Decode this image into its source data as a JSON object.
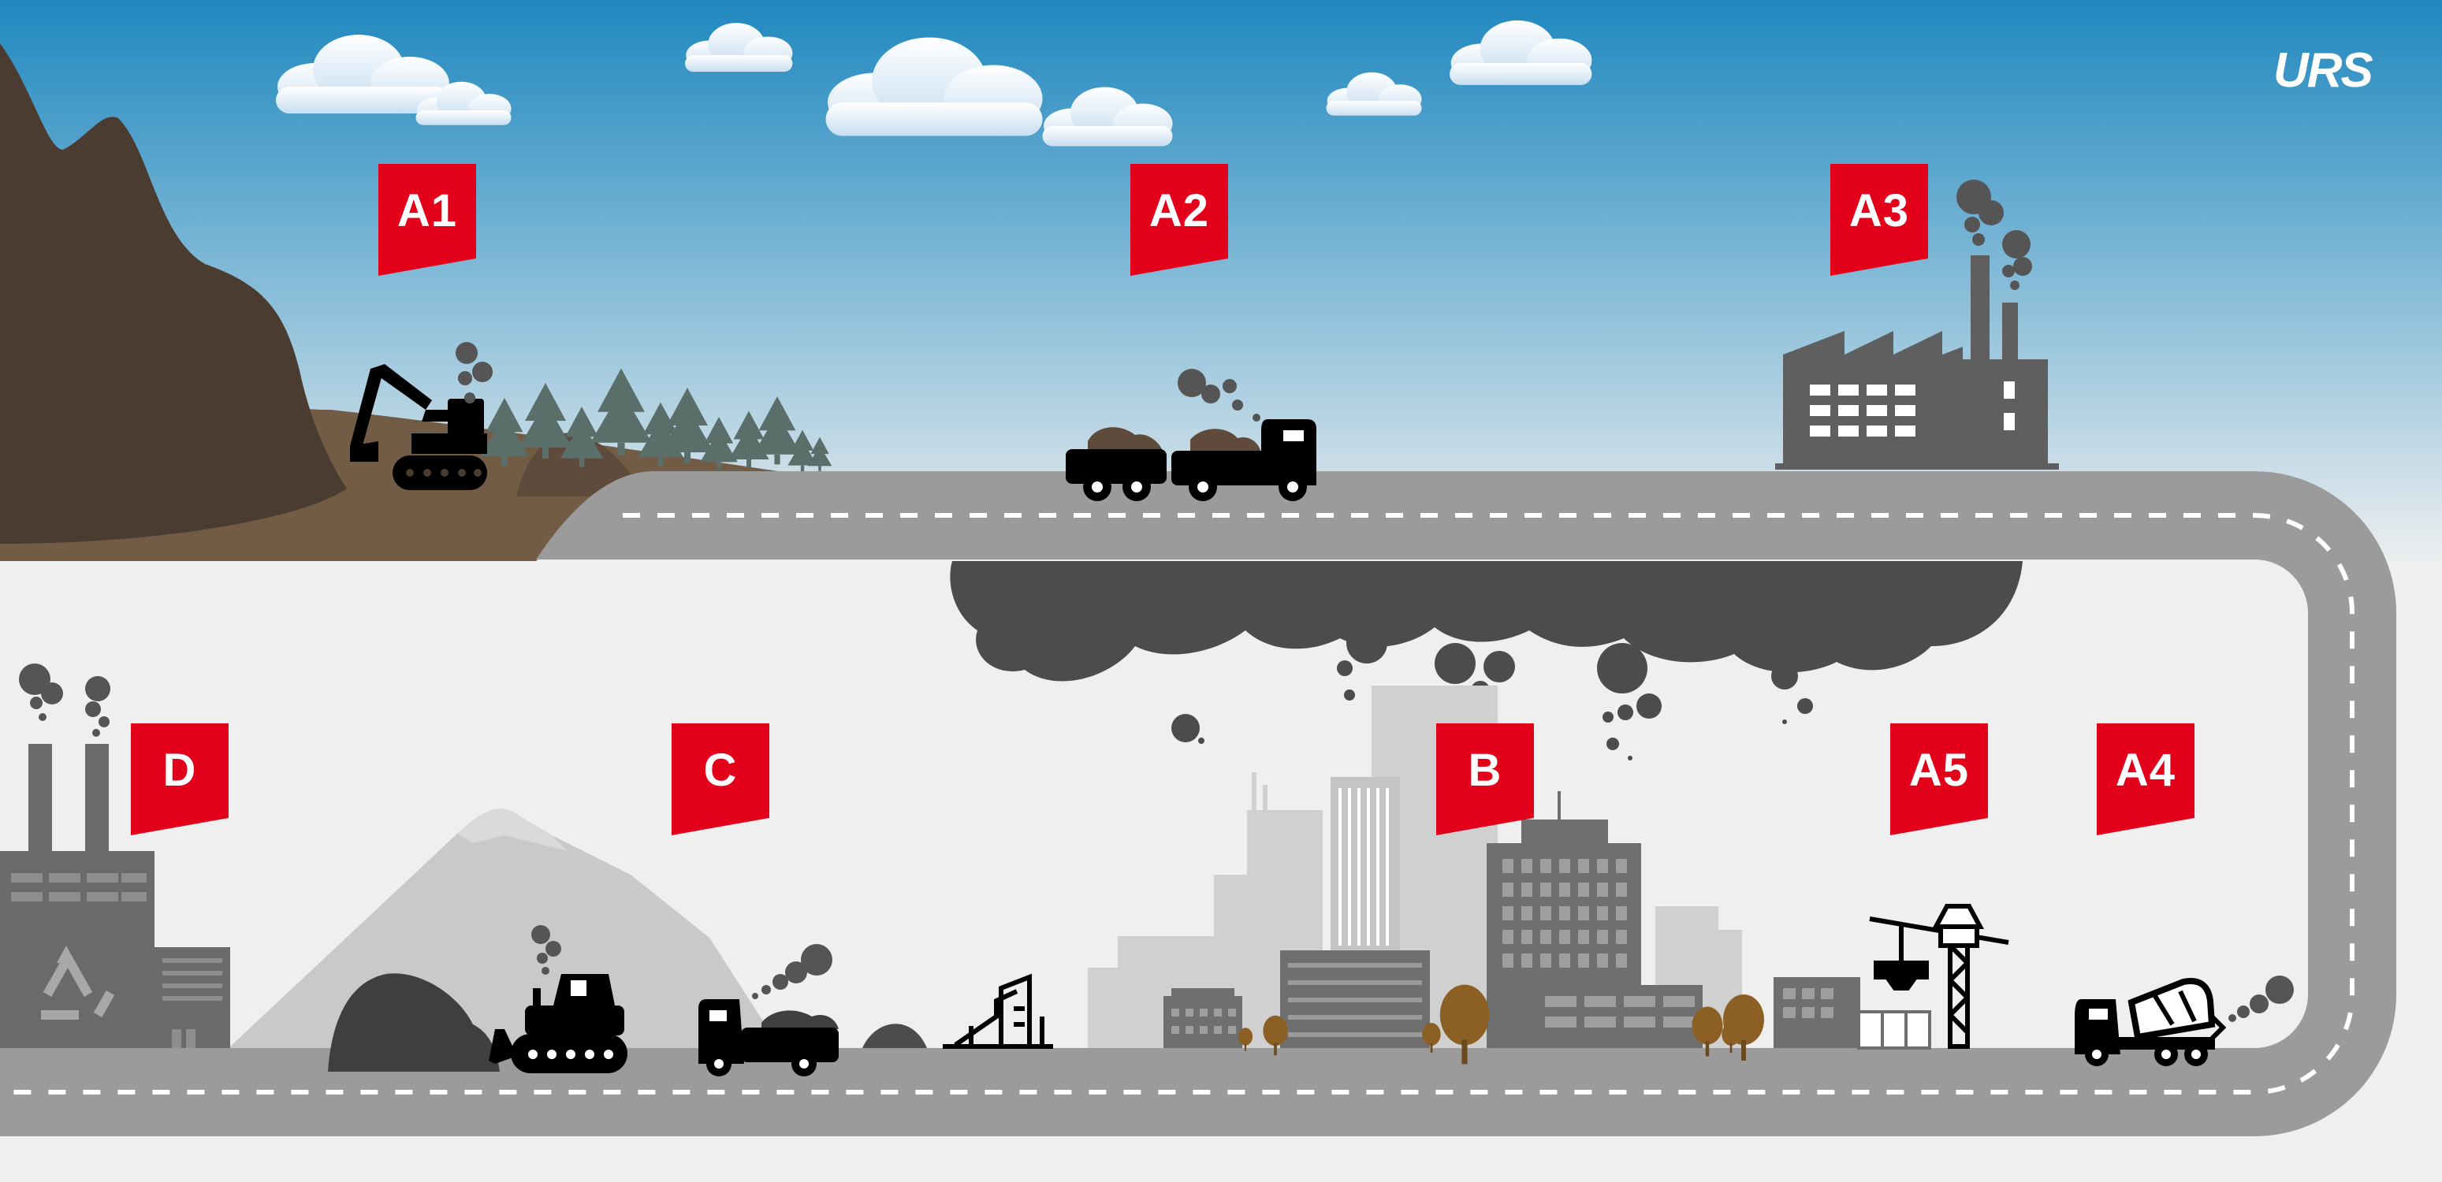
{
  "brand": {
    "logo_text": "URS",
    "accent_color": "#e2001a"
  },
  "stages": [
    {
      "id": "A1",
      "label": "A1",
      "icon": "excavator-icon"
    },
    {
      "id": "A2",
      "label": "A2",
      "icon": "dump-truck-icon"
    },
    {
      "id": "A3",
      "label": "A3",
      "icon": "factory-icon"
    },
    {
      "id": "A4",
      "label": "A4",
      "icon": "concrete-mixer-truck-icon"
    },
    {
      "id": "A5",
      "label": "A5",
      "icon": "tower-crane-icon"
    },
    {
      "id": "B",
      "label": "B",
      "icon": "city-skyline-icon"
    },
    {
      "id": "C",
      "label": "C",
      "icon": "bulldozer-icon"
    },
    {
      "id": "D",
      "label": "D",
      "icon": "recycling-plant-icon"
    }
  ],
  "colors": {
    "sky_top": "#1f88bf",
    "sky_bottom": "#eceeef",
    "road": "#9b9b9b",
    "road_marking": "#ffffff",
    "mountain": "#4a3c30",
    "ground": "#735c46",
    "forest": "#5b6f6a",
    "smoke": "#4c4c4c",
    "buildings": "#707070",
    "flag": "#e2001a"
  }
}
